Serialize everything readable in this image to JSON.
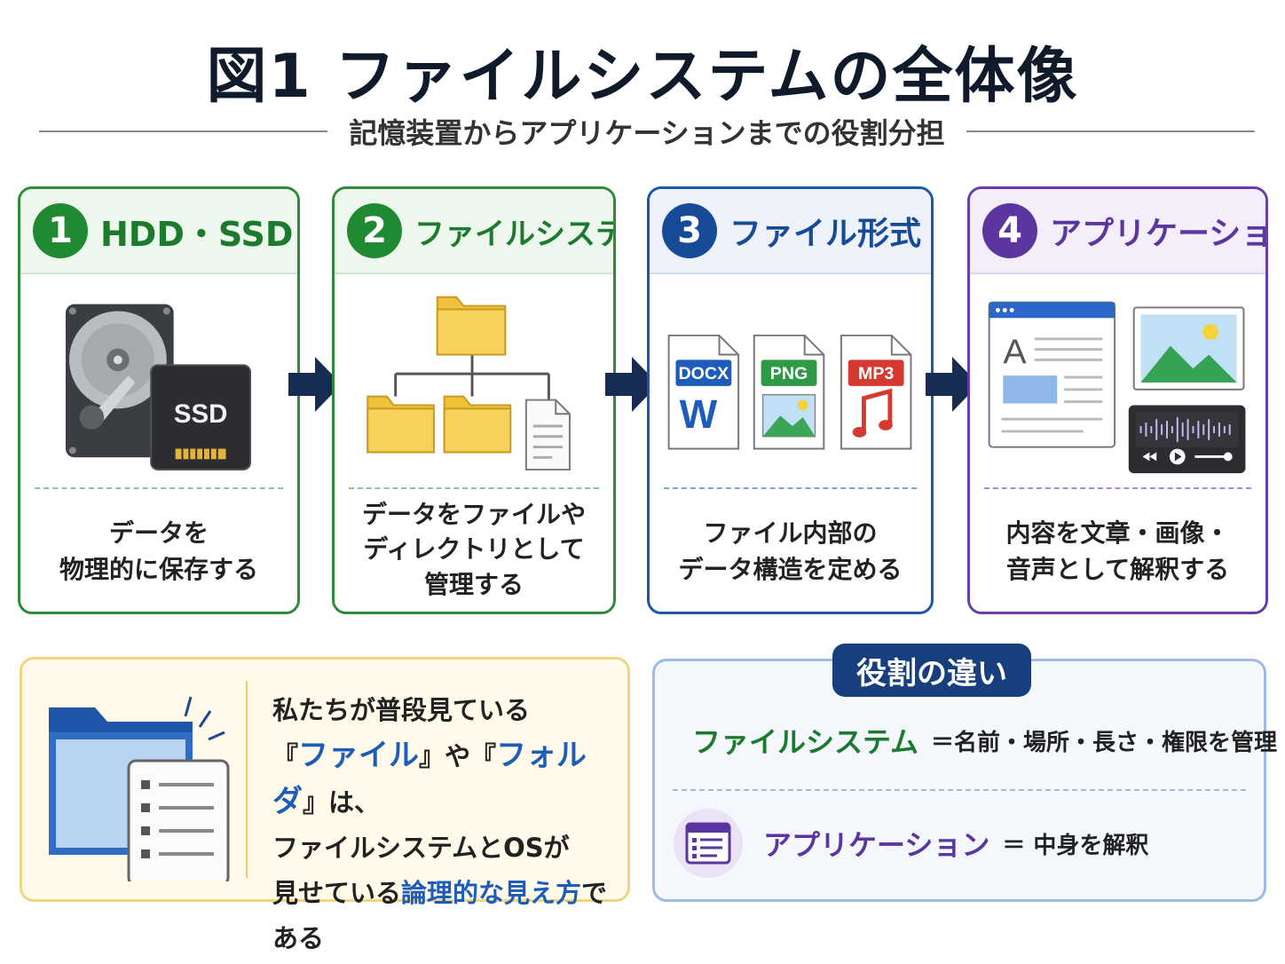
{
  "title": "図1 ファイルシステムの全体像",
  "subtitle": "記憶装置からアプリケーションまでの役割分担",
  "cards": [
    {
      "num": "1",
      "title": "HDD・SSD",
      "icon_label": "SSD",
      "desc_lines": [
        "データを",
        "物理的に保存する"
      ]
    },
    {
      "num": "2",
      "title": "ファイルシステム",
      "desc_lines": [
        "データをファイルや",
        "ディレクトリとして",
        "管理する"
      ]
    },
    {
      "num": "3",
      "title": "ファイル形式",
      "file_labels": [
        "DOCX",
        "PNG",
        "MP3"
      ],
      "docx_letter": "W",
      "desc_lines": [
        "ファイル内部の",
        "データ構造を定める"
      ]
    },
    {
      "num": "4",
      "title": "アプリケーション",
      "doc_letter": "A",
      "desc_lines": [
        "内容を文章・画像・",
        "音声として解釈する"
      ]
    }
  ],
  "note": {
    "line1": "私たちが普段見ている",
    "q_open1": "『",
    "term1": "ファイル",
    "q_close1": "』",
    "mid": "や",
    "q_open2": "『",
    "term2": "フォルダ",
    "q_close2": "』",
    "tail": "は、",
    "line3": "ファイルシステムとOSが",
    "line4_pre": "見せている",
    "line4_em": "論理的な見え方",
    "line4_post": "である"
  },
  "diff": {
    "badge": "役割の違い",
    "rows": [
      {
        "term": "ファイルシステム",
        "def": "＝名前・場所・長さ・権限を管理"
      },
      {
        "term": "アプリケーション",
        "def": "＝ 中身を解釈"
      }
    ]
  },
  "colors": {
    "green": "#1f8a32",
    "blue": "#174a97",
    "purple": "#5b35a0",
    "navy": "#173f7e"
  }
}
